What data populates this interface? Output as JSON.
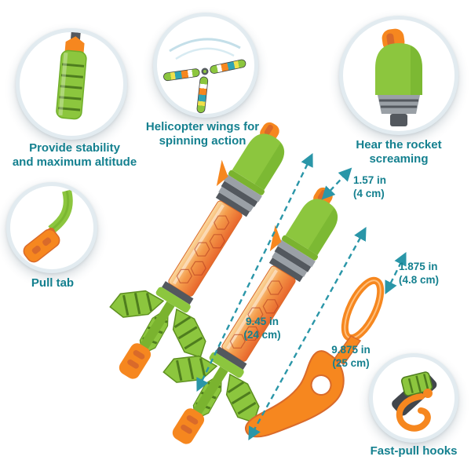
{
  "colors": {
    "teal_text": "#14808f",
    "arrow": "#2a96a8",
    "ring": "#e2ebf0",
    "green": "#8cc63e",
    "green_dark": "#4e7d1e",
    "green_mid": "#6fae2a",
    "orange": "#f6871f",
    "orange_dark": "#d96a2a",
    "gray": "#9aa0a6",
    "gray_dark": "#53585e"
  },
  "callouts": {
    "stability": {
      "label": "Provide stability\nand maximum altitude"
    },
    "helicopter": {
      "label": "Helicopter wings for\nspinning action"
    },
    "scream": {
      "label": "Hear the rocket\nscreaming"
    },
    "pull_tab": {
      "label": "Pull tab"
    },
    "hooks": {
      "label": "Fast-pull hooks"
    }
  },
  "measurements": {
    "nose_small": {
      "value": "1.57 in",
      "metric": "(4 cm)"
    },
    "nose_large": {
      "value": "1.875 in",
      "metric": "(4.8 cm)"
    },
    "body_length": {
      "value": "9.45 in",
      "metric": "(24 cm)"
    },
    "total_length": {
      "value": "9.875 in",
      "metric": "(25 cm)"
    }
  }
}
